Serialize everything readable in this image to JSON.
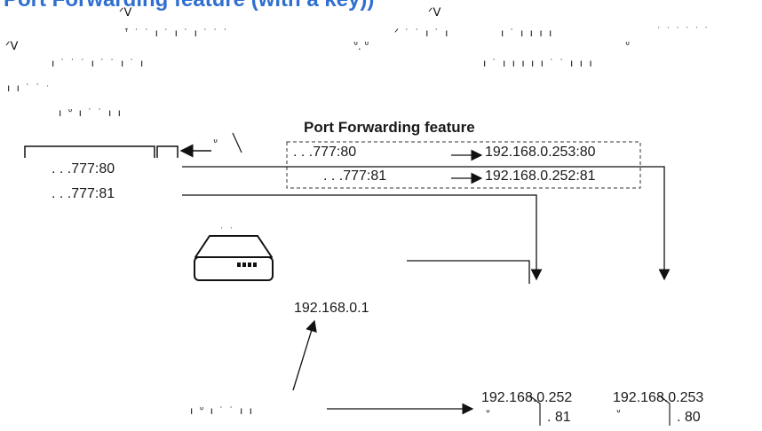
{
  "header": {
    "title": "Port Forwarding feature (with a key))",
    "garble_line1_a": "ᐪ ˙ ˙ ı ˙ ı   ˙ ı ˙   ˙ ˙",
    "garble_line1_b": "ᐟ  ˙ ˙ ı ˙ ı",
    "garble_line1_c": "ı  ˙ ı ı   ı ı",
    "garble_line1_d": "ˑ ˑ ˑ ˑ ˑ ˑ",
    "garble_line2_a": "ı   ˙ ˙ ˙ ı ˙ ˙ ı ˙ ı",
    "garble_line2_b": "ı ˙ ı ı   ı   ı   ı ˙ ˙ ı ı   ı",
    "garble_line3": "ı   ı  ˙ ˙ ˑ",
    "garble_line4": "ı   ᐡ ı ˙ ˙ ı ı",
    "glyph_p1": "ᐡ. ᐡ",
    "glyph_p2": "ᐡ",
    "glyph_v1": "ᐟᐯ",
    "glyph_v2": "ᐟᐯ",
    "glyph_v3": "ᐟᐯ"
  },
  "left_panel": {
    "legend_marks": "ᐡ",
    "ext_80": ". . .777:80",
    "ext_81": ". . .777:81"
  },
  "feature": {
    "title": "Port Forwarding feature",
    "rule1_from": ". . .777:80",
    "rule1_to": "192.168.0.253:80",
    "rule2_from": ". . .777:81",
    "rule2_to": "192.168.0.252:81"
  },
  "router": {
    "top_marks": "ˑ ˑ",
    "ip": "192.168.0.1"
  },
  "bottom": {
    "source_label": "ı   ᐡ ı ˙ ˙ ı ı",
    "host1_ip": "192.168.0.252",
    "host1_port": ". 81",
    "host2_ip": "192.168.0.253",
    "host2_port": ". 80"
  }
}
